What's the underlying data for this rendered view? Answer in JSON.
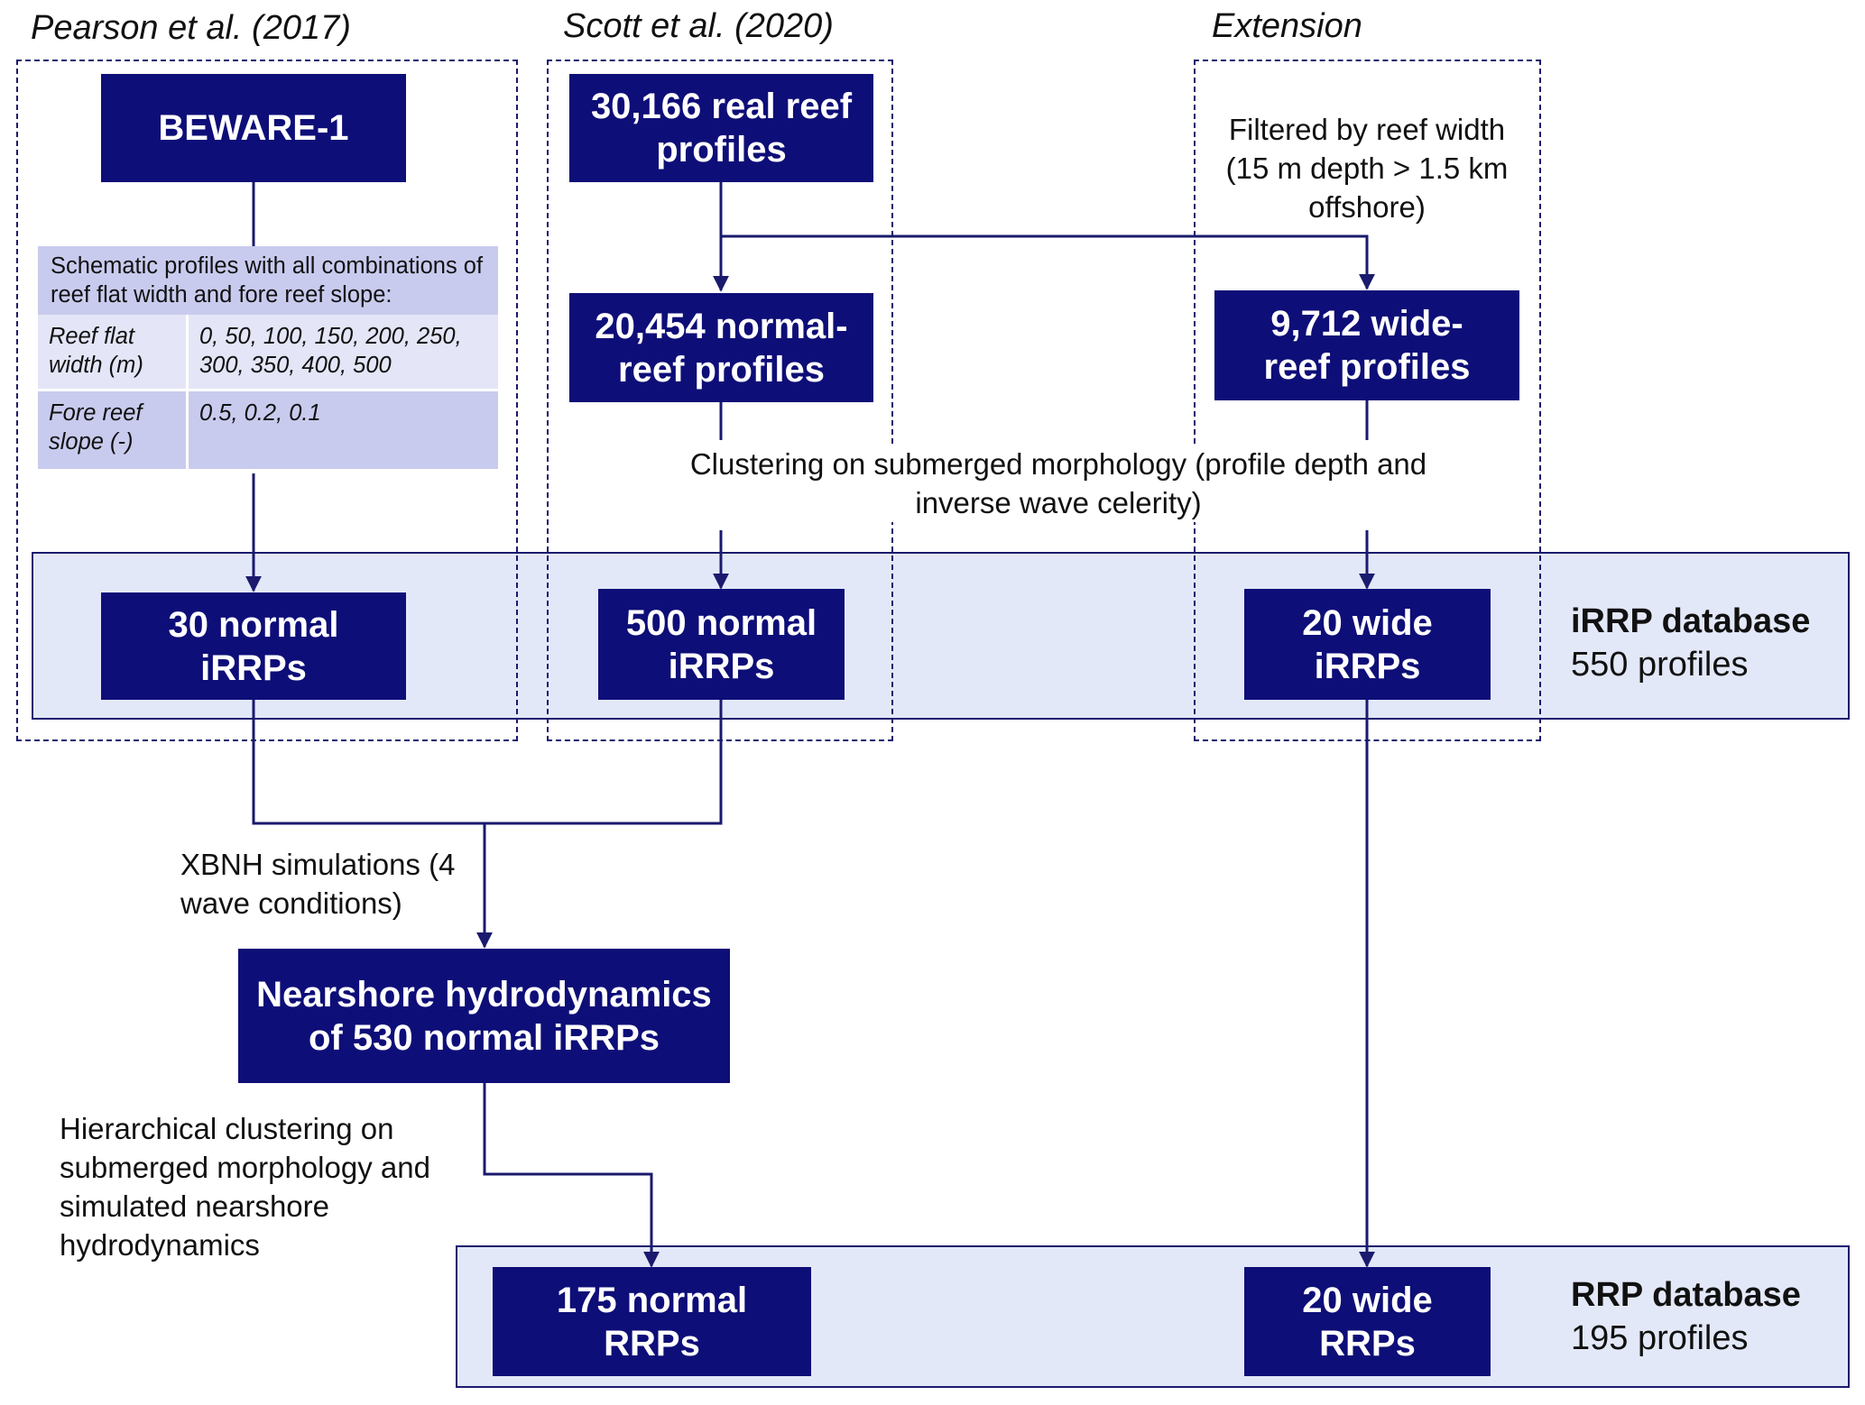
{
  "headers": {
    "pearson": "Pearson et al. (2017)",
    "scott": "Scott et al. (2020)",
    "extension": "Extension"
  },
  "nodes": {
    "beware": "BEWARE-1",
    "real_reef": "30,166 real reef profiles",
    "normal_reef": "20,454 normal-reef profiles",
    "wide_reef": "9,712 wide-reef profiles",
    "normal_irrps_30": "30 normal iRRPs",
    "normal_irrps_500": "500 normal iRRPs",
    "wide_irrps_20": "20 wide iRRPs",
    "nearshore": "Nearshore hydrodynamics of 530 normal iRRPs",
    "normal_rrps_175": "175 normal RRPs",
    "wide_rrps_20": "20 wide RRPs"
  },
  "schematic_table": {
    "header": "Schematic profiles with all combinations of reef flat width and fore reef slope:",
    "rows": [
      {
        "key": "Reef flat width (m)",
        "value": "0, 50, 100, 150, 200, 250, 300, 350, 400, 500"
      },
      {
        "key": "Fore reef slope (-)",
        "value": "0.5, 0.2, 0.1"
      }
    ]
  },
  "annotations": {
    "filtered": "Filtered by reef width (15 m depth > 1.5 km offshore)",
    "clustering": "Clustering on submerged morphology (profile depth and inverse wave celerity)",
    "xbnh": "XBNH simulations (4 wave conditions)",
    "hierarchical": "Hierarchical clustering on submerged morphology and simulated nearshore hydrodynamics"
  },
  "databases": {
    "irrp": {
      "title": "iRRP database",
      "count": "550 profiles"
    },
    "rrp": {
      "title": "RRP database",
      "count": "195 profiles"
    }
  },
  "colors": {
    "box_fill": "#0e0e78",
    "band_fill": "#e3e8f8",
    "line": "#1a1a6e"
  }
}
